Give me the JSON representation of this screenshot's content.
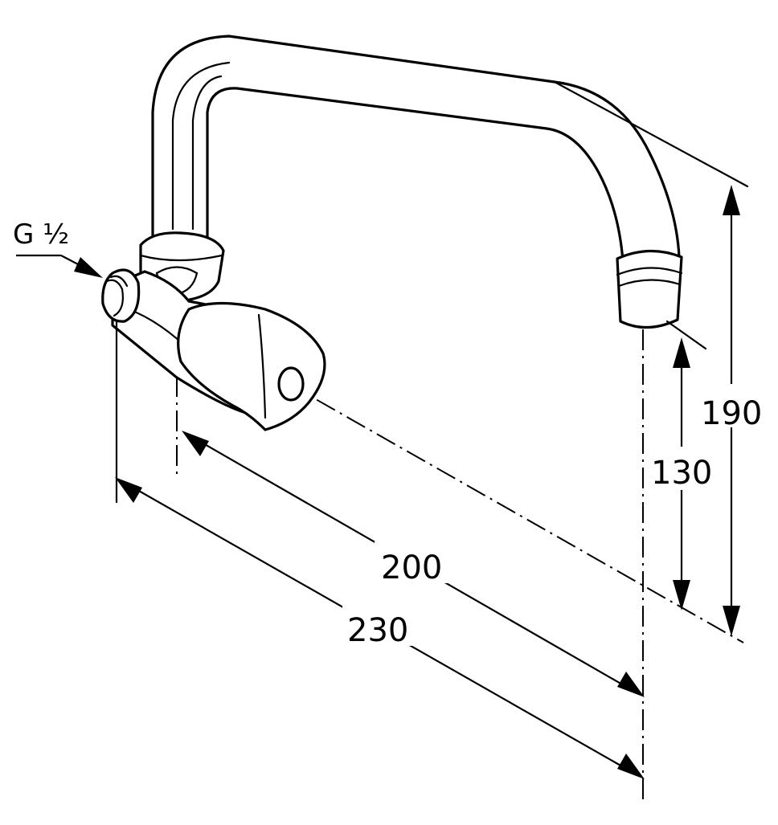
{
  "thread_label": "G ½",
  "dimensions": {
    "overall_height": "190",
    "spout_height": "130",
    "spout_reach": "200",
    "overall_reach": "230"
  }
}
